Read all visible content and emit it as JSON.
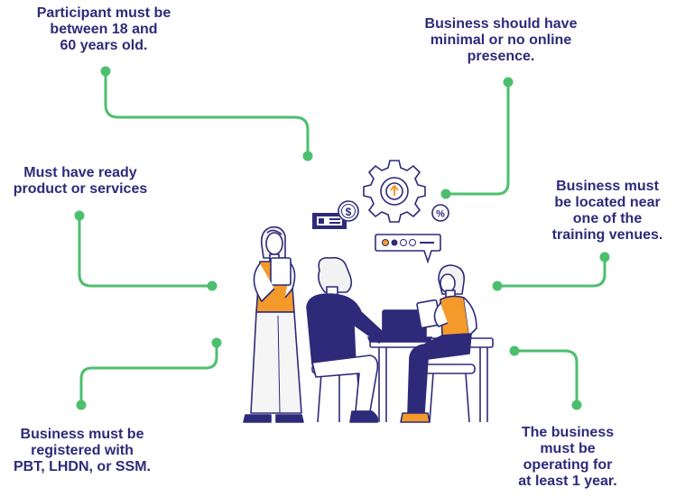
{
  "labels": {
    "age": [
      "Participant must be",
      "between 18 and",
      "60 years old."
    ],
    "online": [
      "Business should have",
      "minimal or no online",
      "presence."
    ],
    "product": [
      "Must have ready",
      "product or services"
    ],
    "location": [
      "Business must",
      "be located near",
      "one of the",
      "training venues."
    ],
    "registered": [
      "Business must be",
      "registered with",
      "PBT, LHDN, or SSM."
    ],
    "operating": [
      "The business",
      "must be",
      "operating for",
      "at least 1 year."
    ]
  },
  "icons": {
    "percent_symbol": "%",
    "dollar_symbol": "$"
  },
  "colors": {
    "text": "#2e2a7a",
    "connector": "#4cbf6e",
    "navy": "#2e2a7a",
    "orange": "#f39a2b",
    "outline": "#2e2a7a",
    "light": "#f2f2f2"
  }
}
